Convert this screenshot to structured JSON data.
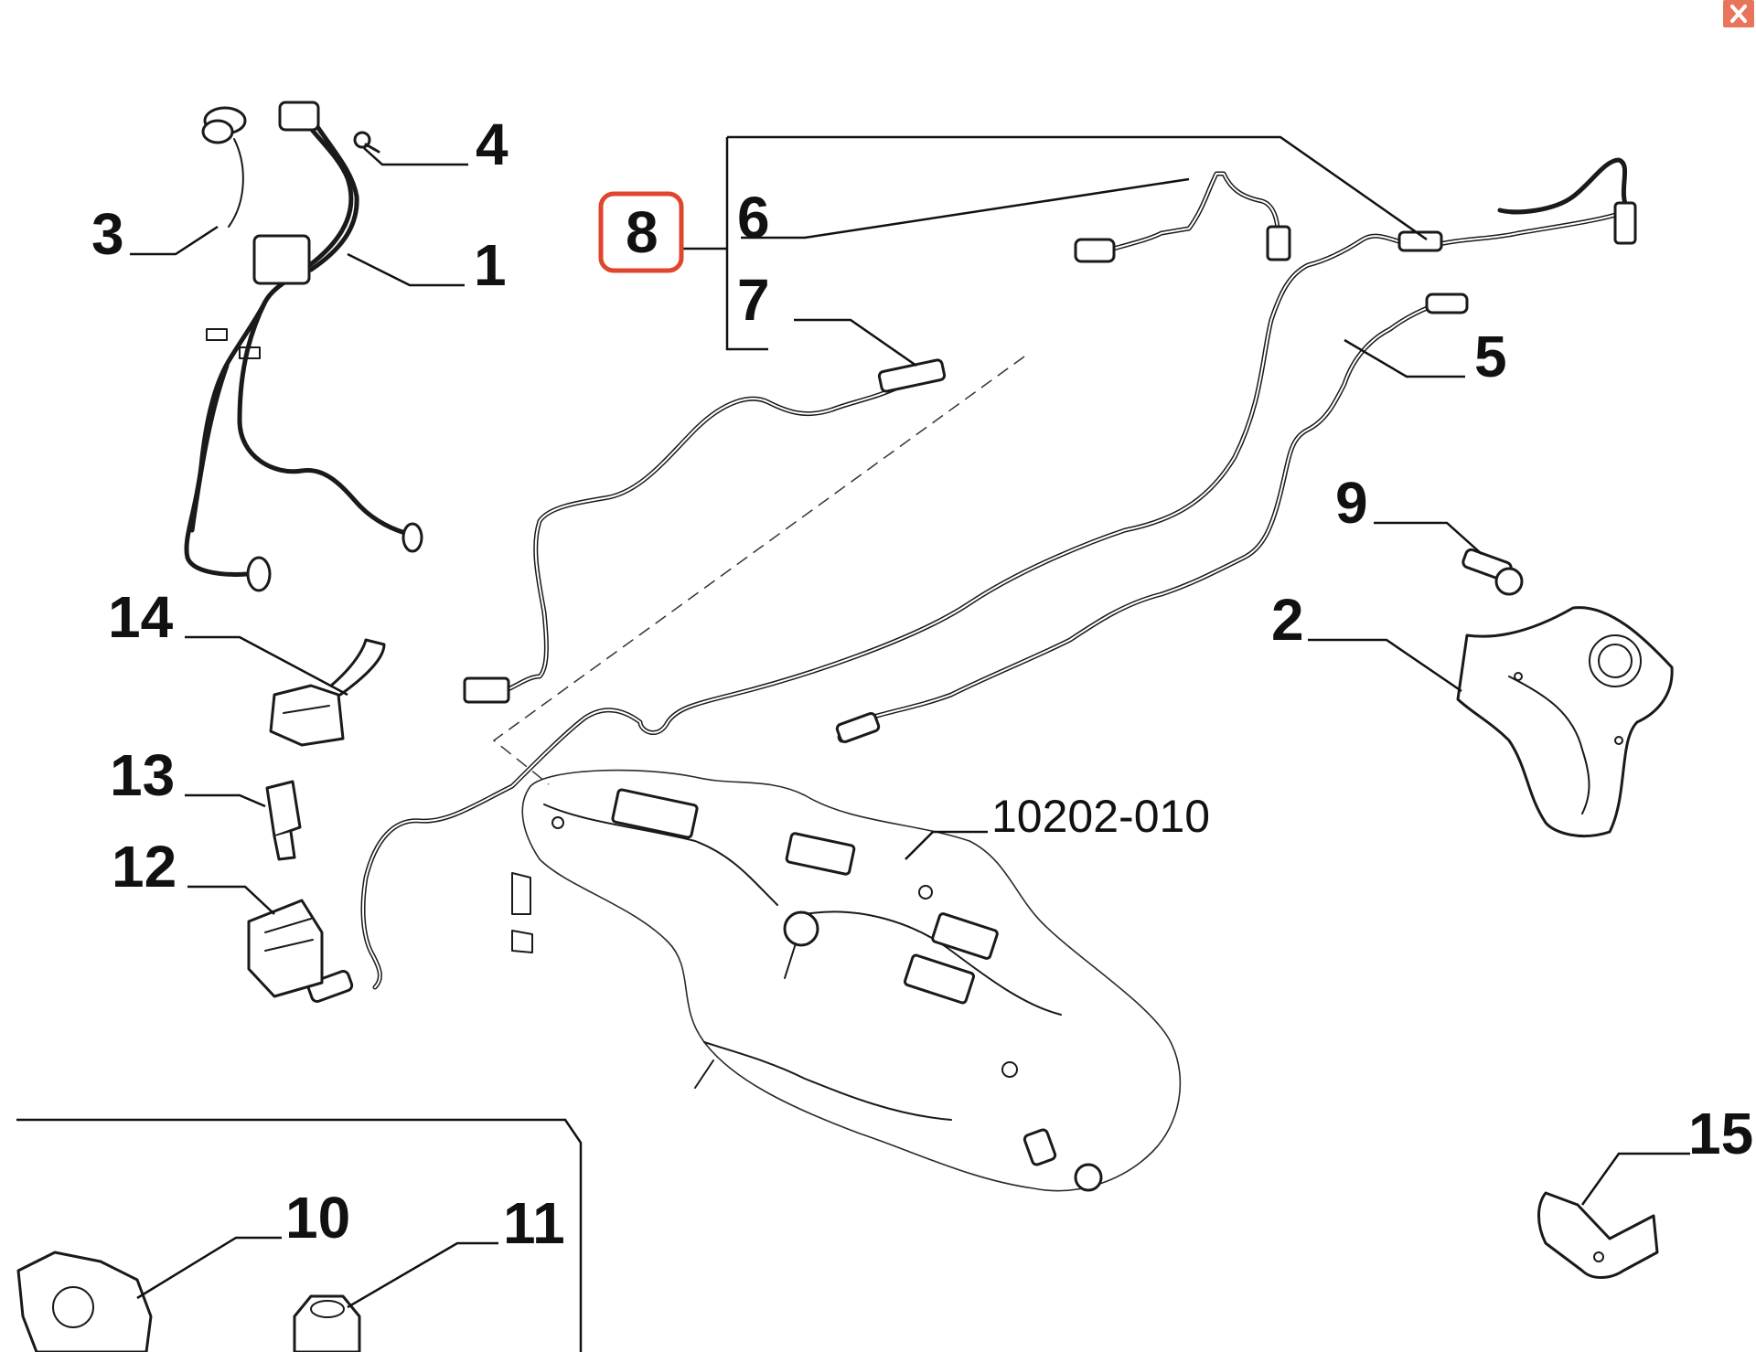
{
  "callouts": {
    "c1": "1",
    "c2": "2",
    "c3": "3",
    "c4": "4",
    "c5": "5",
    "c6": "6",
    "c7": "7",
    "c8": "8",
    "c9": "9",
    "c10": "10",
    "c11": "11",
    "c12": "12",
    "c13": "13",
    "c14": "14",
    "c15": "15"
  },
  "reference_code": "10202-010",
  "highlight": {
    "part": "8",
    "color": "#e0452e"
  },
  "close_button": {
    "icon": "close-icon",
    "color": "#e8745c"
  }
}
